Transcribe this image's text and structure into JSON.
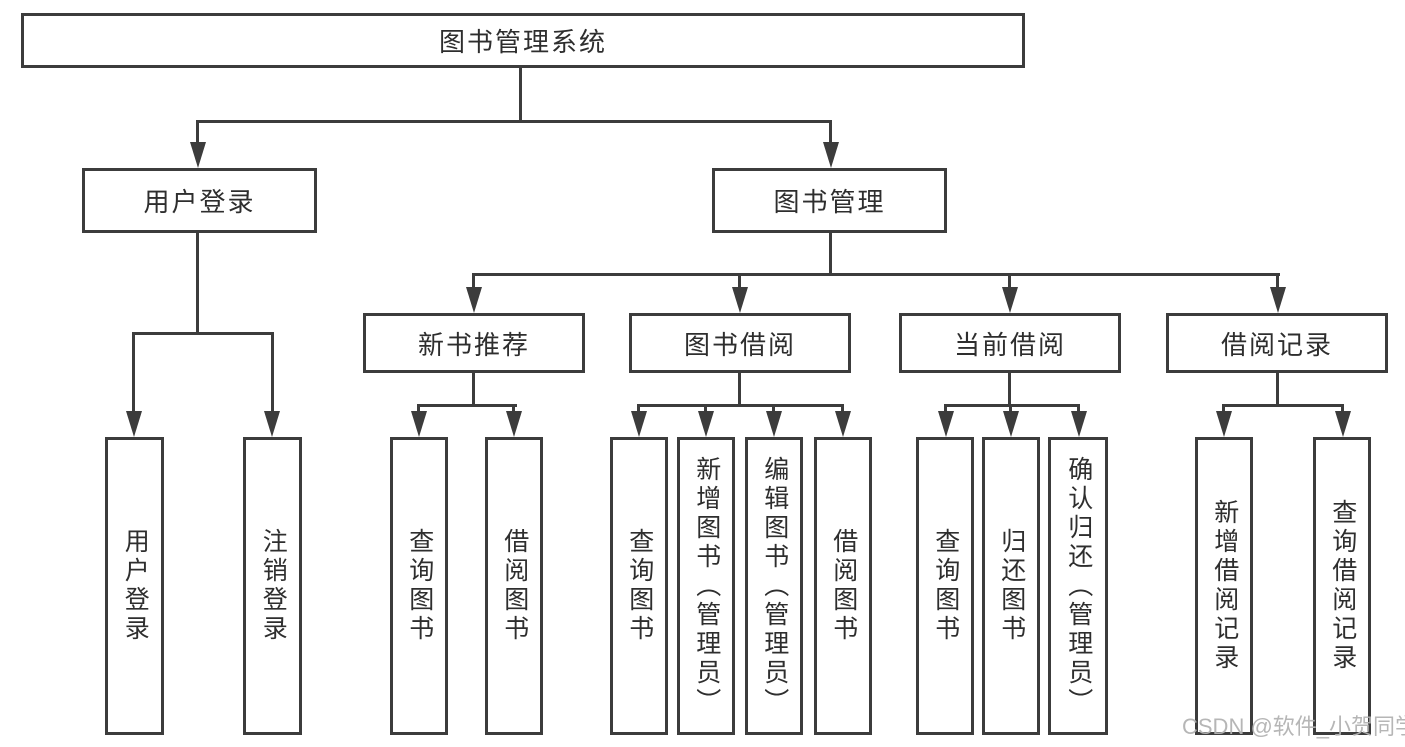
{
  "colors": {
    "line": "#3c3c3c",
    "text": "#2e2e2e",
    "watermark": "#b3b3b3",
    "background": "#ffffff"
  },
  "watermark": {
    "text": "CSDN @软件_小贺同学"
  },
  "tree": {
    "root": {
      "label": "图书管理系统",
      "children": [
        {
          "label": "用户登录",
          "children": [
            {
              "label": "用户登录"
            },
            {
              "label": "注销登录"
            }
          ]
        },
        {
          "label": "图书管理",
          "children": [
            {
              "label": "新书推荐",
              "children": [
                {
                  "label": "查询图书"
                },
                {
                  "label": "借阅图书"
                }
              ]
            },
            {
              "label": "图书借阅",
              "children": [
                {
                  "label": "查询图书"
                },
                {
                  "label": "新增图书（管理员）"
                },
                {
                  "label": "编辑图书（管理员）"
                },
                {
                  "label": "借阅图书"
                }
              ]
            },
            {
              "label": "当前借阅",
              "children": [
                {
                  "label": "查询图书"
                },
                {
                  "label": "归还图书"
                },
                {
                  "label": "确认归还（管理员）"
                }
              ]
            },
            {
              "label": "借阅记录",
              "children": [
                {
                  "label": "新增借阅记录"
                },
                {
                  "label": "查询借阅记录"
                }
              ]
            }
          ]
        }
      ]
    }
  }
}
